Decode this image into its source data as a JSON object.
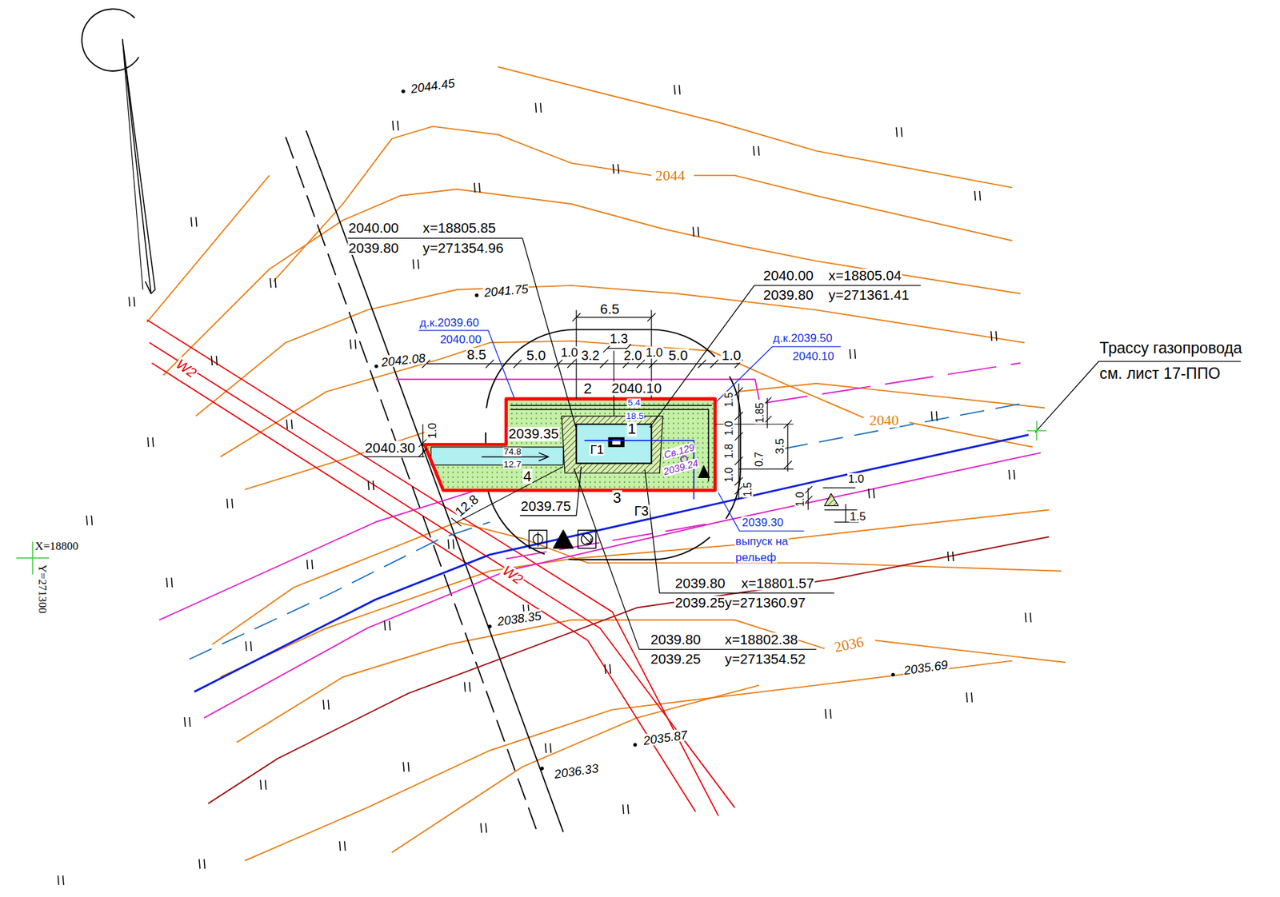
{
  "diagram": {
    "labels": [
      "2044.45",
      "2044",
      "2040",
      "2036",
      "2041.75",
      "2042.08",
      "2038.35",
      "2035.87",
      "2036.33",
      "2035.69",
      "2040.00",
      "x=18805.85",
      "2039.80",
      "y=271354.96",
      "2040.00",
      "x=18805.04",
      "2039.80",
      "y=271361.41",
      "д.к.2039.60",
      "2040.00",
      "д.к.2039.50",
      "2040.10",
      "6.5",
      "1.3",
      "8.5",
      "5.0",
      "1.0",
      "3.2",
      "2.0",
      "1.0",
      "5.0",
      "1.0",
      "2",
      "2040.10",
      "5.4",
      "18.5",
      "2039.35",
      "1",
      "Г1",
      "2040.30",
      "1.0",
      "74.8",
      "12.7",
      "4",
      "3",
      "Г3",
      "2039.75",
      "12.8",
      "Св.129",
      "2039.24",
      "1.5",
      "1.85",
      "1.0",
      "3.5",
      "1.8",
      "0.7",
      "1.0",
      "1.5",
      "1.0",
      "1.0",
      "1.5",
      "2039.30",
      "выпуск на",
      "рельеф",
      "2039.80",
      "x=18801.57",
      "2039.25",
      "y=271360.97",
      "2039.80",
      "x=18802.38",
      "2039.25",
      "y=271354.52",
      "Трассу газопровода",
      "см. лист 17-ППО",
      "X=18800",
      "Y=271300",
      "W2",
      "W2"
    ]
  }
}
